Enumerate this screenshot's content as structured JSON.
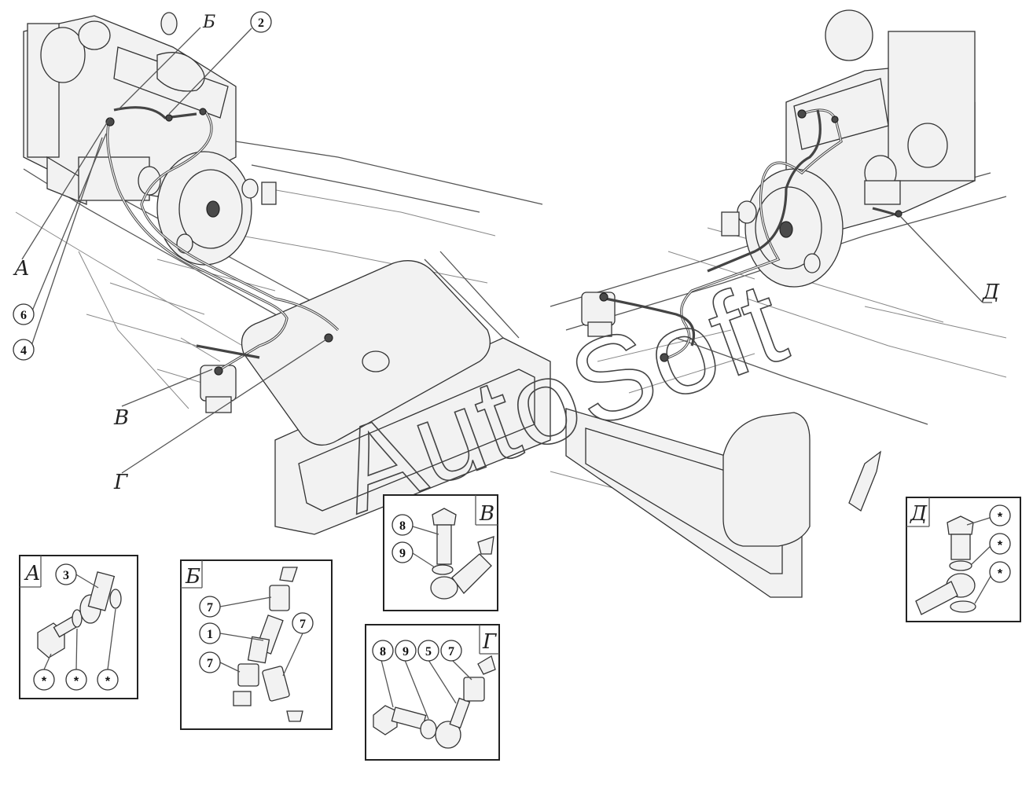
{
  "watermark": "AutoSoft",
  "main_labels": {
    "A": "А",
    "B": "Б",
    "V": "В",
    "G": "Г",
    "D": "Д"
  },
  "main_callouts": {
    "n2": "2",
    "n4": "4",
    "n6": "6"
  },
  "detail_A": {
    "title": "А",
    "n3": "3",
    "stars": [
      "*",
      "*",
      "*"
    ]
  },
  "detail_B": {
    "title": "Б",
    "n7a": "7",
    "n1": "1",
    "n7b": "7",
    "n7c": "7"
  },
  "detail_V": {
    "title": "В",
    "n8": "8",
    "n9": "9"
  },
  "detail_G": {
    "title": "Г",
    "n8": "8",
    "n9": "9",
    "n5": "5",
    "n7": "7"
  },
  "detail_D": {
    "title": "Д",
    "stars": [
      "*",
      "*",
      "*"
    ]
  }
}
